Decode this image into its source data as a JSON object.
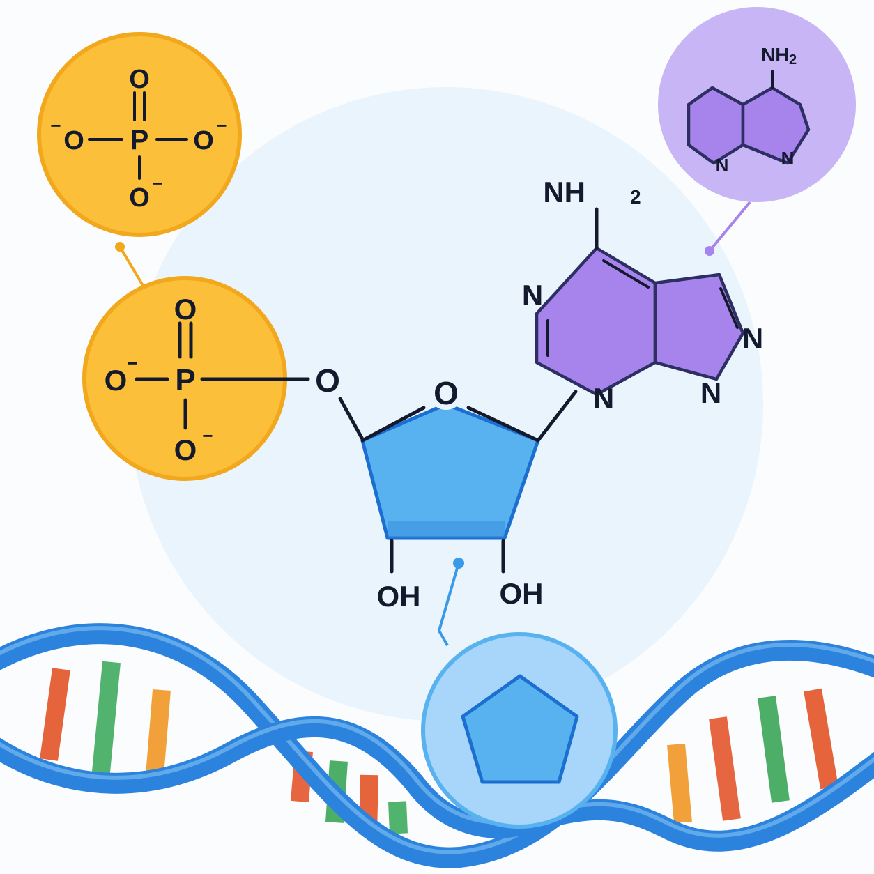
{
  "colors": {
    "background": "#fbfcfd",
    "halo": "#eaf4fc",
    "phosphate_fill": "#fbbf3a",
    "phosphate_stroke": "#f2a81d",
    "sugar_fill": "#59b2f0",
    "sugar_stroke": "#1b6fd1",
    "sugar_bubble": "#a8d6fa",
    "base_fill": "#a784ec",
    "base_bubble": "#c8b5f5",
    "helix": "#2c83dd",
    "rung_colors": [
      "#e5582c",
      "#43ad62",
      "#f29a2a",
      "#e55a32",
      "#3fa85c"
    ]
  },
  "phosphate_callout": {
    "p": "P",
    "o_top": "O",
    "o_left": "O",
    "o_left_charge": "−",
    "o_right": "O",
    "o_right_charge": "−",
    "o_bottom": "O",
    "o_bottom_charge": "−"
  },
  "phosphate": {
    "p": "P",
    "o_top": "O",
    "o_left": "O",
    "o_left_charge": "−",
    "o_bottom": "O",
    "o_bottom_charge": "−"
  },
  "linker_oxygen": "O",
  "sugar": {
    "ring_oxygen": "O",
    "oh_left": "OH",
    "oh_right": "OH"
  },
  "base": {
    "amine": "NH",
    "amine_sub": "2",
    "n_left": "N",
    "n_bottom": "N",
    "n_right_top": "N",
    "n_right_bottom": "N"
  },
  "base_callout": {
    "amine": "NH",
    "amine_sub": "2",
    "n_left": "N",
    "n_right": "N"
  },
  "icons": {
    "sugar_callout": "pentagon-icon",
    "helix": "dna-helix-icon"
  }
}
